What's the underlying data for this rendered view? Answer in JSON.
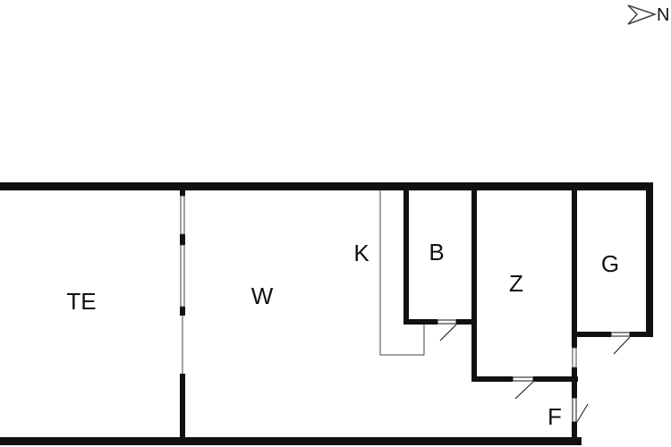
{
  "north_arrow": {
    "label": "N",
    "icon": "north-arrow-icon"
  },
  "rooms": [
    {
      "id": "te",
      "label": "TE"
    },
    {
      "id": "w",
      "label": "W"
    },
    {
      "id": "k",
      "label": "K"
    },
    {
      "id": "b",
      "label": "B"
    },
    {
      "id": "z",
      "label": "Z"
    },
    {
      "id": "g",
      "label": "G"
    },
    {
      "id": "f",
      "label": "F"
    }
  ],
  "colors": {
    "wall": "#111111",
    "background": "#ffffff",
    "thin_line": "#444444"
  }
}
